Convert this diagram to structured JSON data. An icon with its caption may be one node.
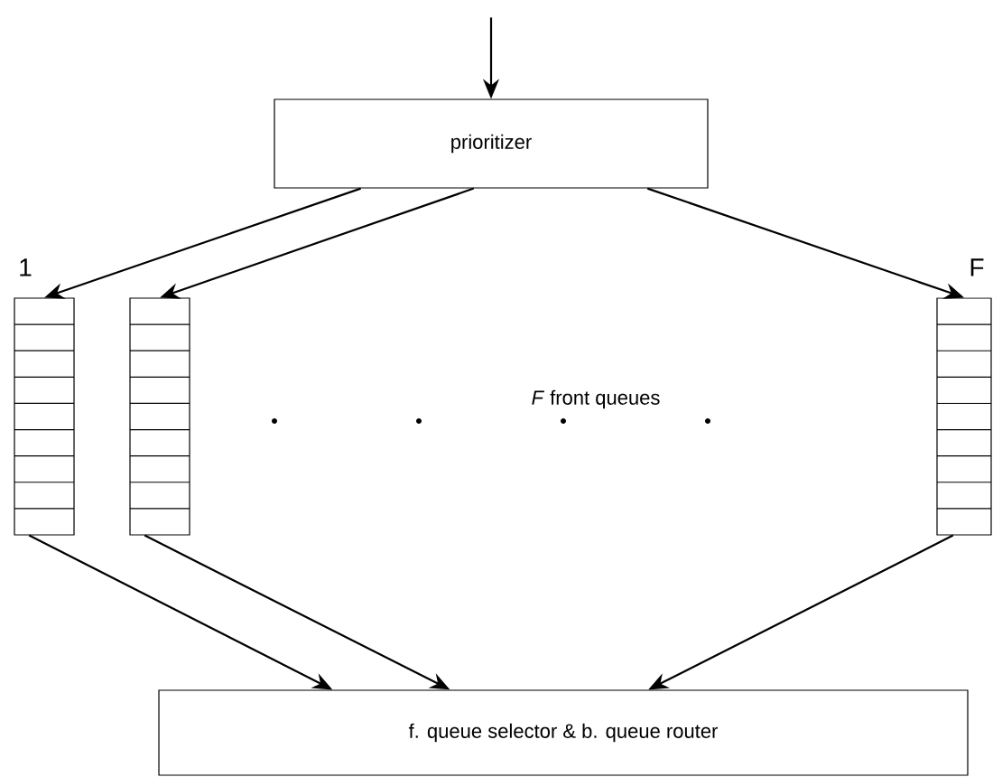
{
  "diagram": {
    "nodes": [
      {
        "text": [
          "prioritizer"
        ]
      },
      {
        "text": [],
        "shape": "box",
        "beside": [
          "1"
        ]
      },
      {
        "text": [],
        "shape": "box"
      },
      {
        "text": [],
        "shape": "box",
        "beside": [
          "F"
        ]
      },
      {
        "text": [
          "f. queue selector & b. queue router"
        ]
      }
    ],
    "edges": [
      {
        "from": null,
        "to": 0,
        "arrow": "to"
      },
      {
        "from": 0,
        "to": 1,
        "arrow": "to"
      },
      {
        "from": 0,
        "to": 2,
        "arrow": "to"
      },
      {
        "from": 0,
        "to": 3,
        "arrow": "to"
      },
      {
        "from": 1,
        "to": 4,
        "arrow": "to"
      },
      {
        "from": 2,
        "to": 4,
        "arrow": "to"
      },
      {
        "from": 3,
        "to": 4,
        "arrow": "to"
      }
    ],
    "labels": [
      "*F* front queues"
    ]
  }
}
